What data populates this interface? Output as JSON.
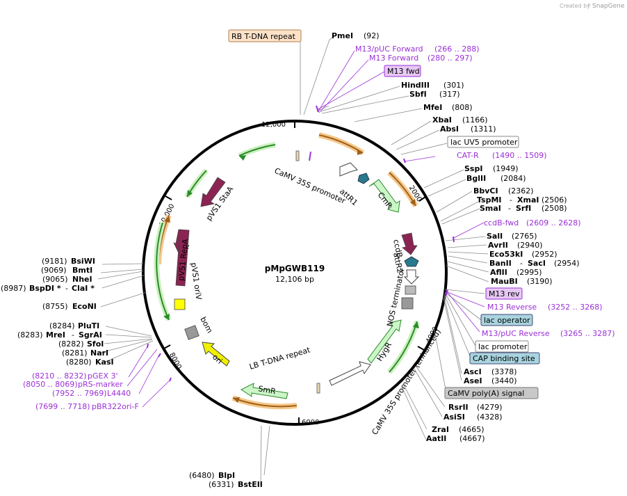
{
  "app": {
    "watermark_prefix": "Created by",
    "watermark_brand": "SnapGene"
  },
  "plasmid": {
    "name": "pMpGWB119",
    "size": "12,106 bp"
  },
  "ticks": [
    "12,000",
    "2000",
    "4000",
    "6000",
    "8000",
    "10,000"
  ],
  "boxed_labels": {
    "rb_tdna": "RB T-DNA repeat",
    "m13_fwd": "M13 fwd",
    "lac_uv5": "lac UV5 promoter",
    "m13_rev": "M13 rev",
    "lac_operator": "lac operator",
    "lac_promoter": "lac promoter",
    "cap_site": "CAP binding site",
    "camv_polya": "CaMV poly(A) signal"
  },
  "right_sites": [
    {
      "name": "PmeI",
      "pos": "(92)"
    },
    {
      "name": "HindIII",
      "pos": "(301)"
    },
    {
      "name": "SbfI",
      "pos": "(317)"
    },
    {
      "name": "MfeI",
      "pos": "(808)"
    },
    {
      "name": "XbaI",
      "pos": "(1166)"
    },
    {
      "name": "AbsI",
      "pos": "(1311)"
    },
    {
      "name": "SspI",
      "pos": "(1949)"
    },
    {
      "name": "BglII",
      "pos": "(2084)"
    },
    {
      "name": "BbvCI",
      "pos": "(2362)"
    },
    {
      "name": "TspMI",
      "sep": "-",
      "name2": "XmaI",
      "pos": "(2506)"
    },
    {
      "name": "SmaI",
      "sep": "-",
      "name2": "SrfI",
      "pos": "(2508)"
    },
    {
      "name": "SalI",
      "pos": "(2765)"
    },
    {
      "name": "AvrII",
      "pos": "(2940)"
    },
    {
      "name": "Eco53kI",
      "pos": "(2952)"
    },
    {
      "name": "BanII",
      "sep": "-",
      "name2": "SacI",
      "pos": "(2954)"
    },
    {
      "name": "AflII",
      "pos": "(2995)"
    },
    {
      "name": "MauBI",
      "pos": "(3190)"
    },
    {
      "name": "AscI",
      "pos": "(3378)"
    },
    {
      "name": "AseI",
      "pos": "(3440)"
    },
    {
      "name": "RsrII",
      "pos": "(4279)"
    },
    {
      "name": "AsiSI",
      "pos": "(4328)"
    },
    {
      "name": "ZraI",
      "pos": "(4665)"
    },
    {
      "name": "AatII",
      "pos": "(4667)"
    }
  ],
  "primers": [
    {
      "name": "M13/pUC Forward",
      "range": "(266 .. 288)"
    },
    {
      "name": "M13 Forward",
      "range": "(280 .. 297)"
    },
    {
      "name": "CAT-R",
      "range": "(1490 .. 1509)"
    },
    {
      "name": "ccdB-fwd",
      "range": "(2609 .. 2628)"
    },
    {
      "name": "M13 Reverse",
      "range": "(3252 .. 3268)"
    },
    {
      "name": "M13/pUC Reverse",
      "range": "(3265 .. 3287)"
    },
    {
      "name": "pGEX 3'",
      "range": "(8210 .. 8232)"
    },
    {
      "name": "pRS-marker",
      "range": "(8050 .. 8069)"
    },
    {
      "name": "L4440",
      "range": "(7952 .. 7969)"
    },
    {
      "name": "pBR322ori-F",
      "range": "(7699 .. 7718)"
    }
  ],
  "left_sites": [
    {
      "name": "BsiWI",
      "pos": "(9181)"
    },
    {
      "name": "BmtI",
      "pos": "(9069)"
    },
    {
      "name": "NheI",
      "pos": "(9065)"
    },
    {
      "name": "BspDI *",
      "sep": "-",
      "name2": "ClaI *",
      "pos": "(8987)"
    },
    {
      "name": "EcoNI",
      "pos": "(8755)"
    },
    {
      "name": "PluTI",
      "pos": "(8284)"
    },
    {
      "name": "MreI",
      "sep": "-",
      "name2": "SgrAI",
      "pos": "(8283)"
    },
    {
      "name": "SfoI",
      "pos": "(8282)"
    },
    {
      "name": "NarI",
      "pos": "(8281)"
    },
    {
      "name": "KasI",
      "pos": "(8280)"
    }
  ],
  "bottom_sites": [
    {
      "name": "BlpI",
      "pos": "(6480)"
    },
    {
      "name": "BstEII",
      "pos": "(6331)"
    }
  ],
  "features": {
    "camv35s_top": "CaMV 35S promoter",
    "attr1": "attR1",
    "cmr": "CmR",
    "ccdb": "ccdB",
    "attr2": "attR2",
    "nos": "NOS terminator",
    "camv35s_enh": "CaMV 35S promoter (enhanced)",
    "hygr": "HygR",
    "lb_tdna": "LB T-DNA repeat",
    "smr": "SmR",
    "ori": "ori",
    "bom": "bom",
    "pvs1_oriv": "pVS1 oriV",
    "pvs1_repa": "pVS1 RepA",
    "pvs1_staa": "pVS1 StaA"
  },
  "colors": {
    "backbone": "#000000",
    "cds_maroon": "#8b2452",
    "marker_green": "#ccf5c8",
    "ori_yellow": "#f0f000",
    "origin_yellow": "#ffff00",
    "terminator_gray": "#999999",
    "promoter_white": "#ffffff",
    "primer_purple": "#9a2fd6",
    "orange_arc": "#f0a040",
    "green_arc": "#2a9a2a"
  }
}
